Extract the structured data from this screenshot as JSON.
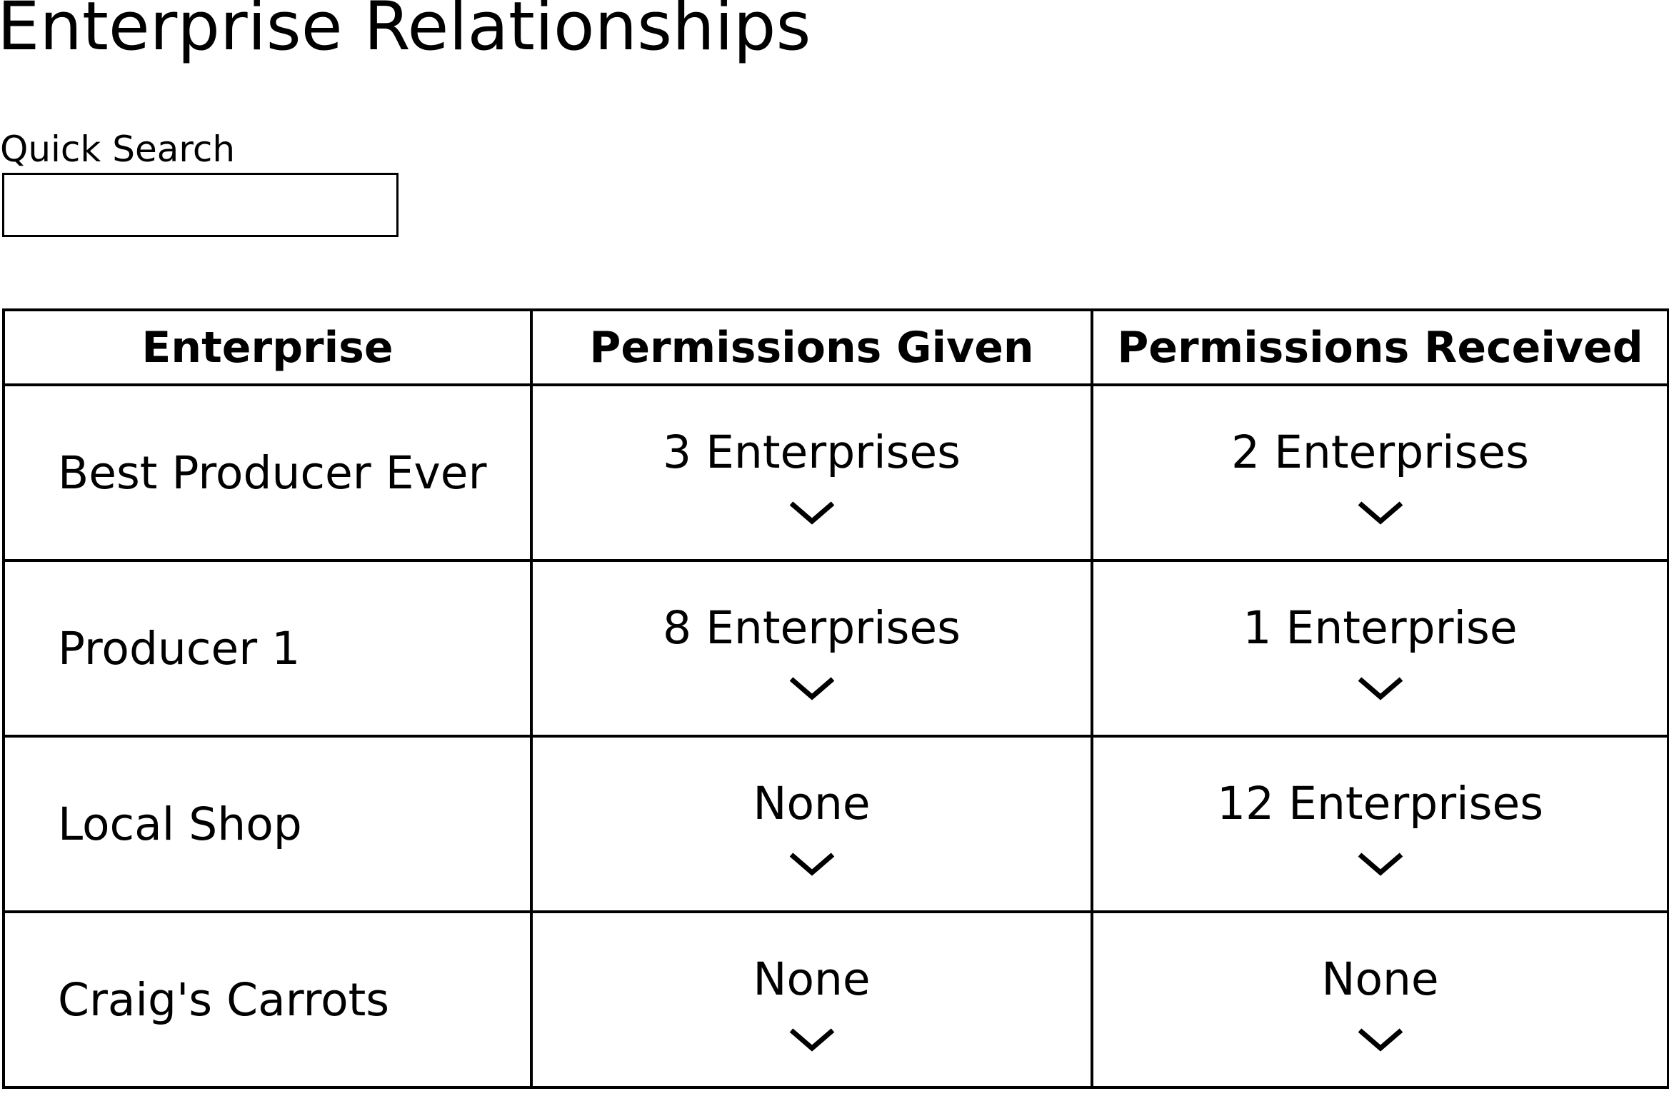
{
  "page": {
    "title": "Enterprise Relationships"
  },
  "search": {
    "label": "Quick Search",
    "value": "",
    "placeholder": ""
  },
  "table": {
    "headers": [
      "Enterprise",
      "Permissions Given",
      "Permissions Received"
    ],
    "rows": [
      {
        "enterprise": "Best Producer Ever",
        "given": "3 Enterprises",
        "received": "2 Enterprises"
      },
      {
        "enterprise": "Producer 1",
        "given": "8 Enterprises",
        "received": "1 Enterprise"
      },
      {
        "enterprise": "Local Shop",
        "given": "None",
        "received": "12 Enterprises"
      },
      {
        "enterprise": "Craig's Carrots",
        "given": "None",
        "received": "None"
      }
    ]
  },
  "icons": {
    "expand": "chevron-down-icon"
  },
  "colors": {
    "text": "#000000",
    "border": "#000000",
    "background": "#ffffff"
  }
}
